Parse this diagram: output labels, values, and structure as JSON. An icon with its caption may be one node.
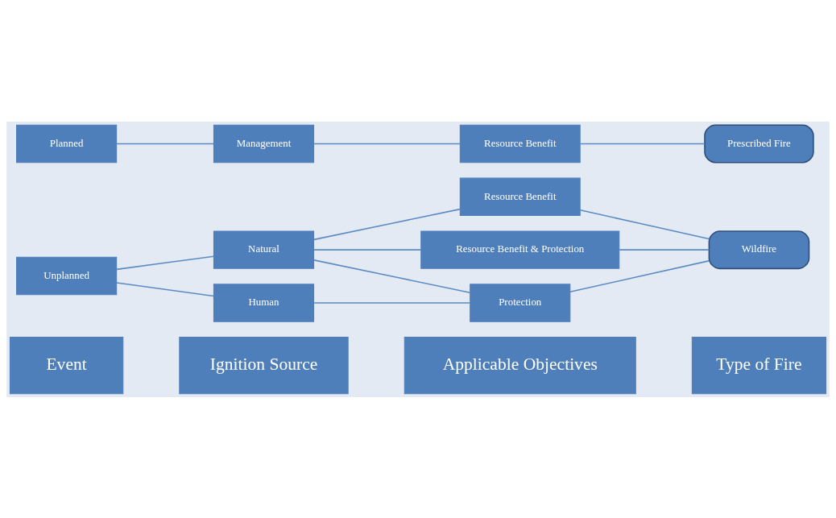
{
  "diagram": {
    "nodes": [
      {
        "text": [
          "Event"
        ]
      },
      {
        "text": [
          "Ignition Source"
        ]
      },
      {
        "text": [
          "Applicable Objectives"
        ]
      },
      {
        "text": [
          "Type of Fire"
        ]
      },
      {
        "text": [
          "Unplanned"
        ]
      },
      {
        "text": [
          "Natural"
        ]
      },
      {
        "text": [
          "Human"
        ]
      },
      {
        "text": [
          "Resource Benefit"
        ]
      },
      {
        "text": [
          "Resource Benefit & Protection"
        ]
      },
      {
        "text": [
          "Protection"
        ]
      },
      {
        "text": [
          "Wildfire"
        ]
      },
      {
        "text": [
          "Planned"
        ]
      },
      {
        "text": [
          "Management"
        ]
      },
      {
        "text": [
          "Resource Benefit"
        ]
      },
      {
        "text": [
          "Prescribed Fire"
        ]
      }
    ],
    "edges": [
      {
        "from": 4,
        "to": 5,
        "arrow": "none"
      },
      {
        "from": 4,
        "to": 6,
        "arrow": "none"
      },
      {
        "from": 5,
        "to": 7,
        "arrow": "none"
      },
      {
        "from": 5,
        "to": 8,
        "arrow": "none"
      },
      {
        "from": 5,
        "to": 9,
        "arrow": "none"
      },
      {
        "from": 6,
        "to": 9,
        "arrow": "none"
      },
      {
        "from": 7,
        "to": 10,
        "arrow": "none"
      },
      {
        "from": 8,
        "to": 10,
        "arrow": "none"
      },
      {
        "from": 9,
        "to": 10,
        "arrow": "none"
      },
      {
        "from": 11,
        "to": 12,
        "arrow": "none"
      },
      {
        "from": 12,
        "to": 13,
        "arrow": "none"
      },
      {
        "from": 13,
        "to": 14,
        "arrow": "none"
      }
    ]
  }
}
